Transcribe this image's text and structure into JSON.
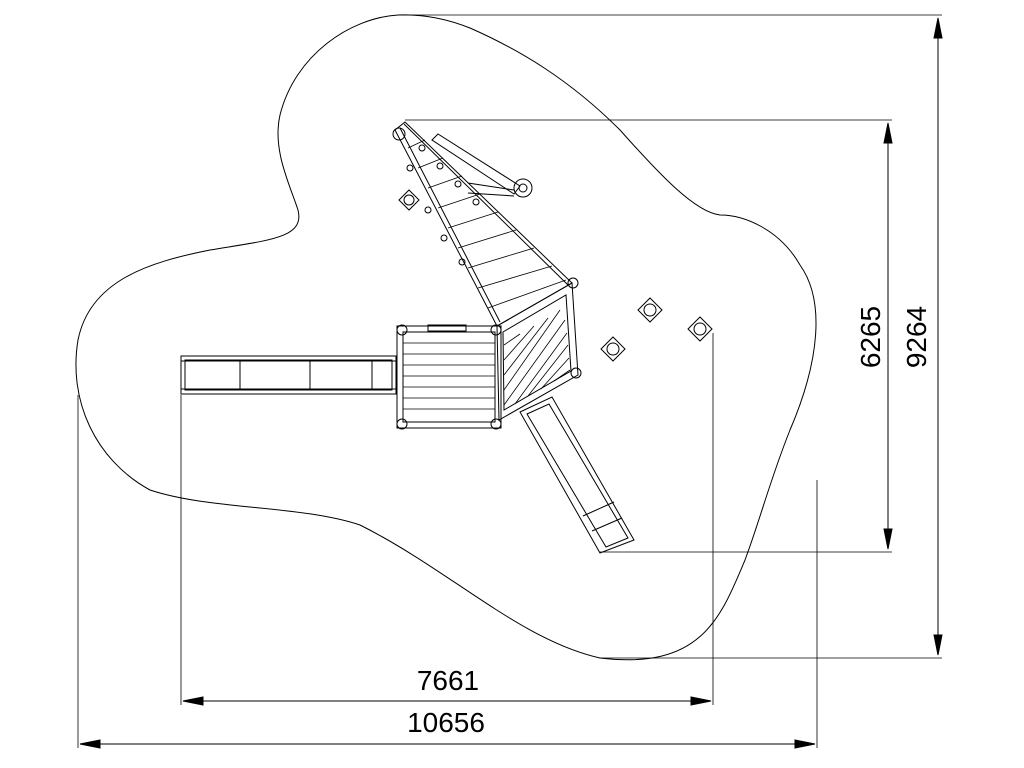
{
  "dimensions": {
    "width_inner": "7661",
    "width_outer": "10656",
    "depth_inner": "6265",
    "depth_outer": "9264"
  }
}
